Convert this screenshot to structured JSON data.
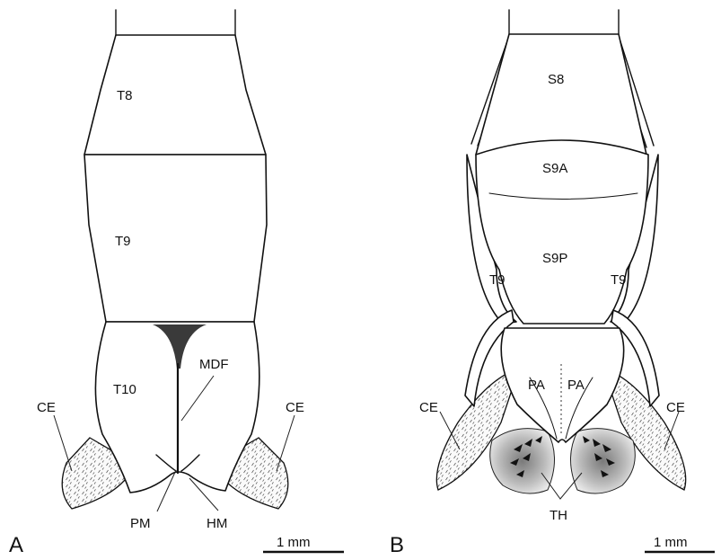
{
  "panels": {
    "a": {
      "letter": "A",
      "labels": {
        "t8": "T8",
        "t9": "T9",
        "t10": "T10",
        "mdf": "MDF",
        "ce_left": "CE",
        "ce_right": "CE",
        "pm": "PM",
        "hm": "HM"
      },
      "scale": "1 mm"
    },
    "b": {
      "letter": "B",
      "labels": {
        "s8": "S8",
        "s9a": "S9A",
        "s9p": "S9P",
        "t9_left": "T9",
        "t9_right": "T9",
        "pa_left": "PA",
        "pa_right": "PA",
        "ce_left": "CE",
        "ce_right": "CE",
        "th": "TH"
      },
      "scale": "1 mm"
    }
  }
}
